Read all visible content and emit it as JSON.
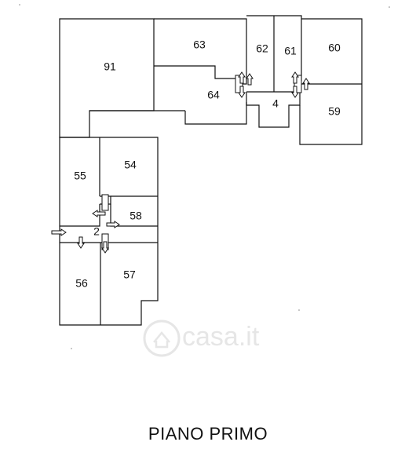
{
  "plan": {
    "title": "PIANO PRIMO",
    "rooms": [
      {
        "id": "r91",
        "label": "91"
      },
      {
        "id": "r63",
        "label": "63"
      },
      {
        "id": "r64",
        "label": "64"
      },
      {
        "id": "r62",
        "label": "62"
      },
      {
        "id": "r61",
        "label": "61"
      },
      {
        "id": "r60",
        "label": "60"
      },
      {
        "id": "r59",
        "label": "59"
      },
      {
        "id": "r4",
        "label": "4"
      },
      {
        "id": "r55",
        "label": "55"
      },
      {
        "id": "r54",
        "label": "54"
      },
      {
        "id": "r58",
        "label": "58"
      },
      {
        "id": "r2",
        "label": "2"
      },
      {
        "id": "r56",
        "label": "56"
      },
      {
        "id": "r57",
        "label": "57"
      }
    ]
  },
  "watermark": {
    "text": "casa.it",
    "icon": "house-icon"
  }
}
